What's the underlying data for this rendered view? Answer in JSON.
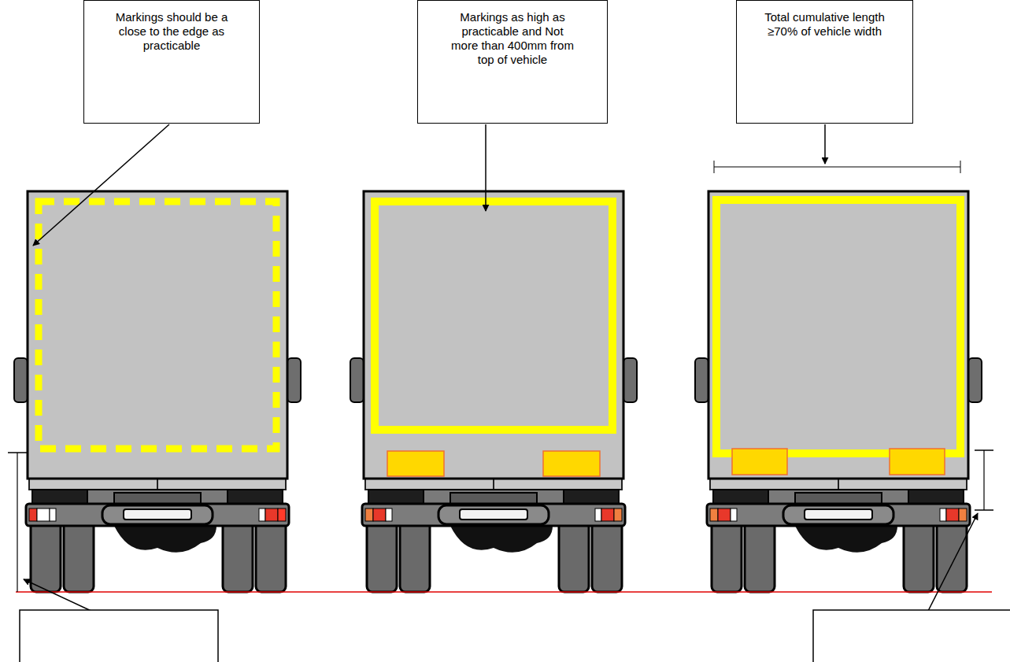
{
  "diagram": {
    "nodes": [
      {
        "text": [
          "Markings should be a close to the edge as practicable"
        ]
      },
      {
        "text": [
          "Markings as high as practicable and Not more than 400mm from top of vehicle"
        ]
      },
      {
        "text": [
          "Total cumulative length ≥70% of vehicle width"
        ]
      }
    ]
  }
}
